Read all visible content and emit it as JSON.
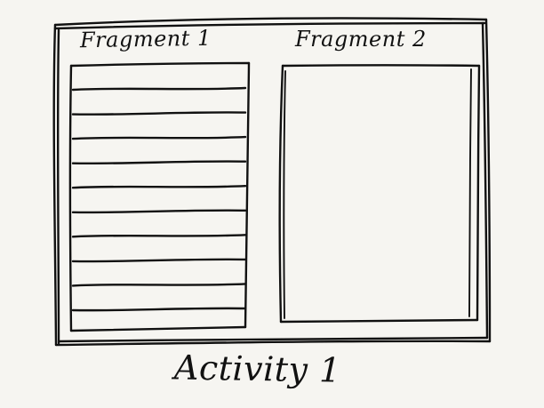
{
  "diagram": {
    "activity_label": "Activity 1",
    "fragments": [
      {
        "label": "Fragment 1",
        "content": "list",
        "list_line_count": 10
      },
      {
        "label": "Fragment 2",
        "content": "empty panel"
      }
    ]
  }
}
